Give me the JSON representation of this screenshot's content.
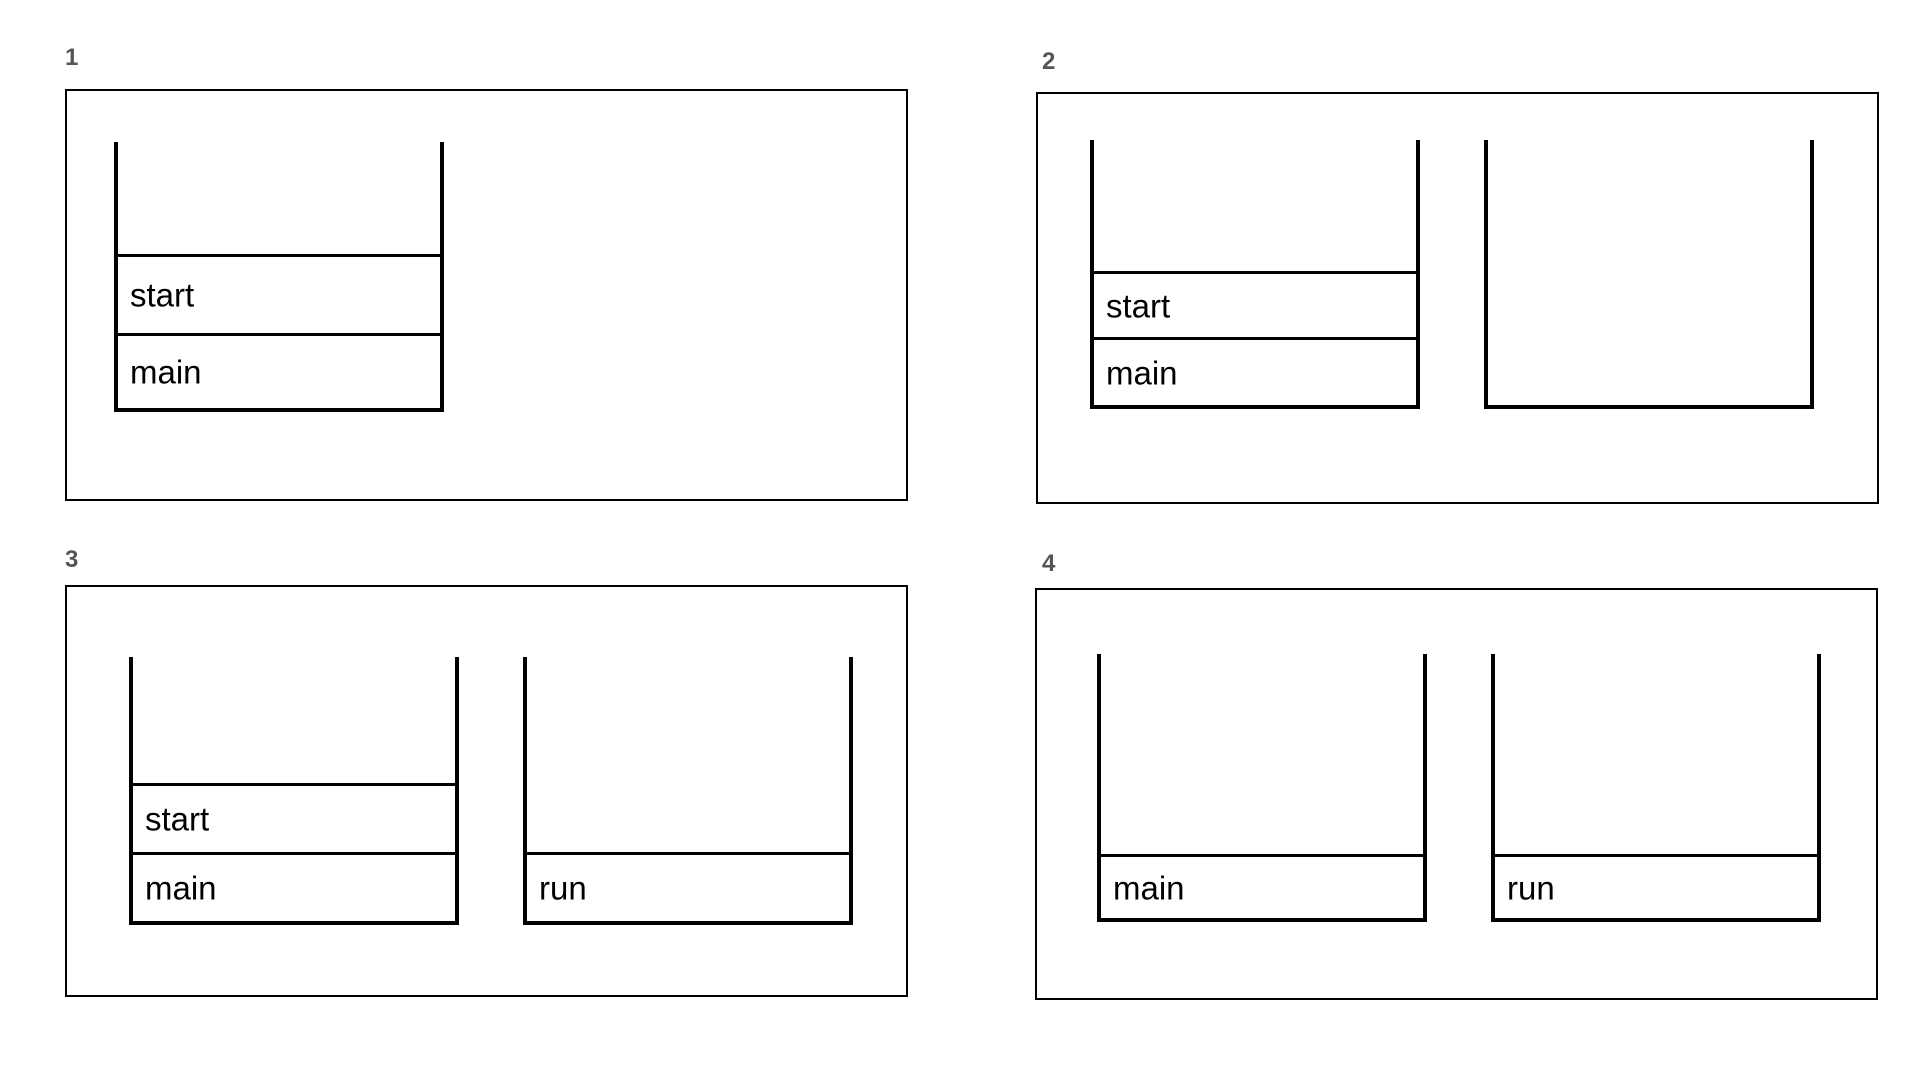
{
  "panels": [
    {
      "number": "1",
      "stacks": [
        {
          "frames": [
            "start",
            "main"
          ]
        }
      ]
    },
    {
      "number": "2",
      "stacks": [
        {
          "frames": [
            "start",
            "main"
          ]
        },
        {
          "frames": []
        }
      ]
    },
    {
      "number": "3",
      "stacks": [
        {
          "frames": [
            "start",
            "main"
          ]
        },
        {
          "frames": [
            "run"
          ]
        }
      ]
    },
    {
      "number": "4",
      "stacks": [
        {
          "frames": [
            "main"
          ]
        },
        {
          "frames": [
            "run"
          ]
        }
      ]
    }
  ]
}
